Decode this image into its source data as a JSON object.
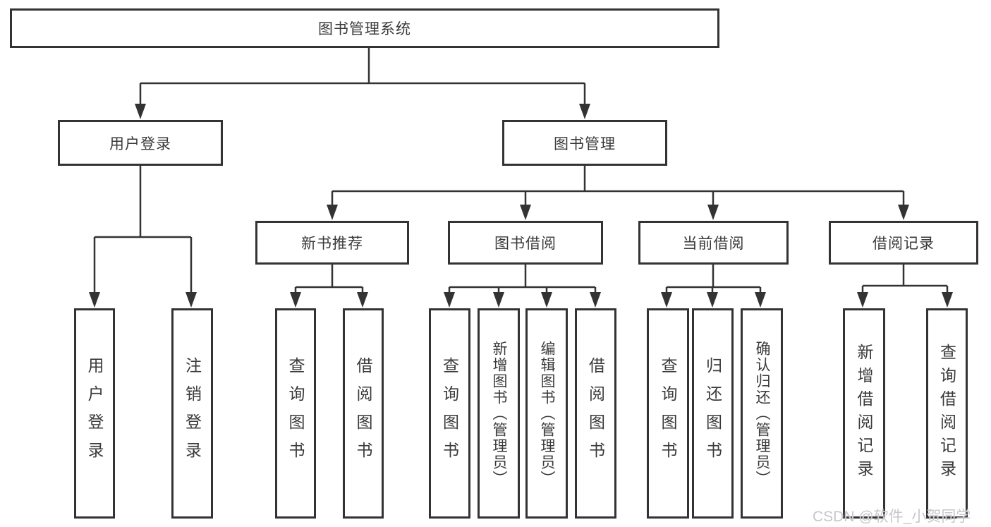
{
  "diagram": {
    "title": "图书管理系统",
    "branches": {
      "user_login": {
        "label": "用户登录",
        "children": [
          {
            "label": "用户登录"
          },
          {
            "label": "注销登录"
          }
        ]
      },
      "book_mgmt": {
        "label": "图书管理",
        "sections": [
          {
            "label": "新书推荐",
            "children": [
              {
                "label": "查询图书"
              },
              {
                "label": "借阅图书"
              }
            ]
          },
          {
            "label": "图书借阅",
            "children": [
              {
                "label": "查询图书"
              },
              {
                "label": "新增图书（管理员）"
              },
              {
                "label": "编辑图书（管理员）"
              },
              {
                "label": "借阅图书"
              }
            ]
          },
          {
            "label": "当前借阅",
            "children": [
              {
                "label": "查询图书"
              },
              {
                "label": "归还图书"
              },
              {
                "label": "确认归还（管理员）"
              }
            ]
          },
          {
            "label": "借阅记录",
            "children": [
              {
                "label": "新增借阅记录"
              },
              {
                "label": "查询借阅记录"
              }
            ]
          }
        ]
      }
    }
  },
  "watermark": "CSDN @软件_小贺同学",
  "colors": {
    "line": "#333333",
    "text": "#3a3a3a",
    "background": "#ffffff",
    "watermark": "#c7c7c7"
  }
}
